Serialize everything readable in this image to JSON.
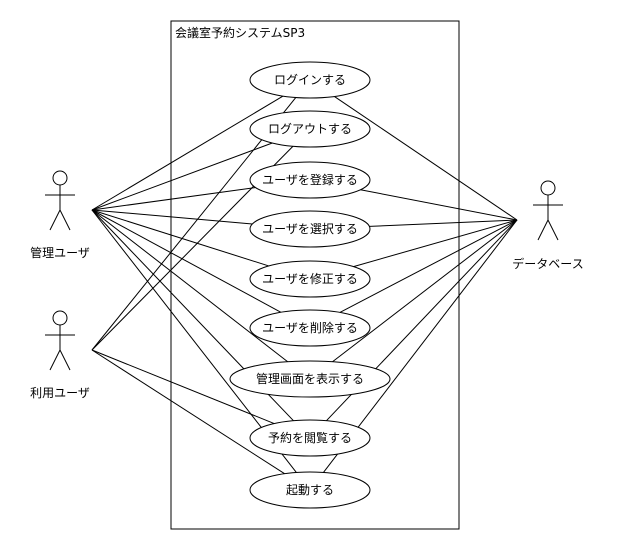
{
  "system": {
    "title": "会議室予約システムSP3"
  },
  "actors": [
    {
      "id": "admin",
      "label": "管理ユーザ"
    },
    {
      "id": "user",
      "label": "利用ユーザ"
    },
    {
      "id": "db",
      "label": "データベース"
    }
  ],
  "use_cases": [
    {
      "id": "login",
      "label": "ログインする"
    },
    {
      "id": "logout",
      "label": "ログアウトする"
    },
    {
      "id": "register",
      "label": "ユーザを登録する"
    },
    {
      "id": "select",
      "label": "ユーザを選択する"
    },
    {
      "id": "modify",
      "label": "ユーザを修正する"
    },
    {
      "id": "delete",
      "label": "ユーザを削除する"
    },
    {
      "id": "admin_screen",
      "label": "管理画面を表示する"
    },
    {
      "id": "view",
      "label": "予約を閲覧する"
    },
    {
      "id": "start",
      "label": "起動する"
    }
  ],
  "associations": [
    {
      "from": "admin",
      "to": "login"
    },
    {
      "from": "admin",
      "to": "logout"
    },
    {
      "from": "admin",
      "to": "register"
    },
    {
      "from": "admin",
      "to": "select"
    },
    {
      "from": "admin",
      "to": "modify"
    },
    {
      "from": "admin",
      "to": "delete"
    },
    {
      "from": "admin",
      "to": "admin_screen"
    },
    {
      "from": "admin",
      "to": "view"
    },
    {
      "from": "admin",
      "to": "start"
    },
    {
      "from": "user",
      "to": "login"
    },
    {
      "from": "user",
      "to": "logout"
    },
    {
      "from": "user",
      "to": "view"
    },
    {
      "from": "user",
      "to": "start"
    },
    {
      "from": "db",
      "to": "login"
    },
    {
      "from": "db",
      "to": "register"
    },
    {
      "from": "db",
      "to": "select"
    },
    {
      "from": "db",
      "to": "modify"
    },
    {
      "from": "db",
      "to": "delete"
    },
    {
      "from": "db",
      "to": "admin_screen"
    },
    {
      "from": "db",
      "to": "view"
    },
    {
      "from": "db",
      "to": "start"
    }
  ]
}
